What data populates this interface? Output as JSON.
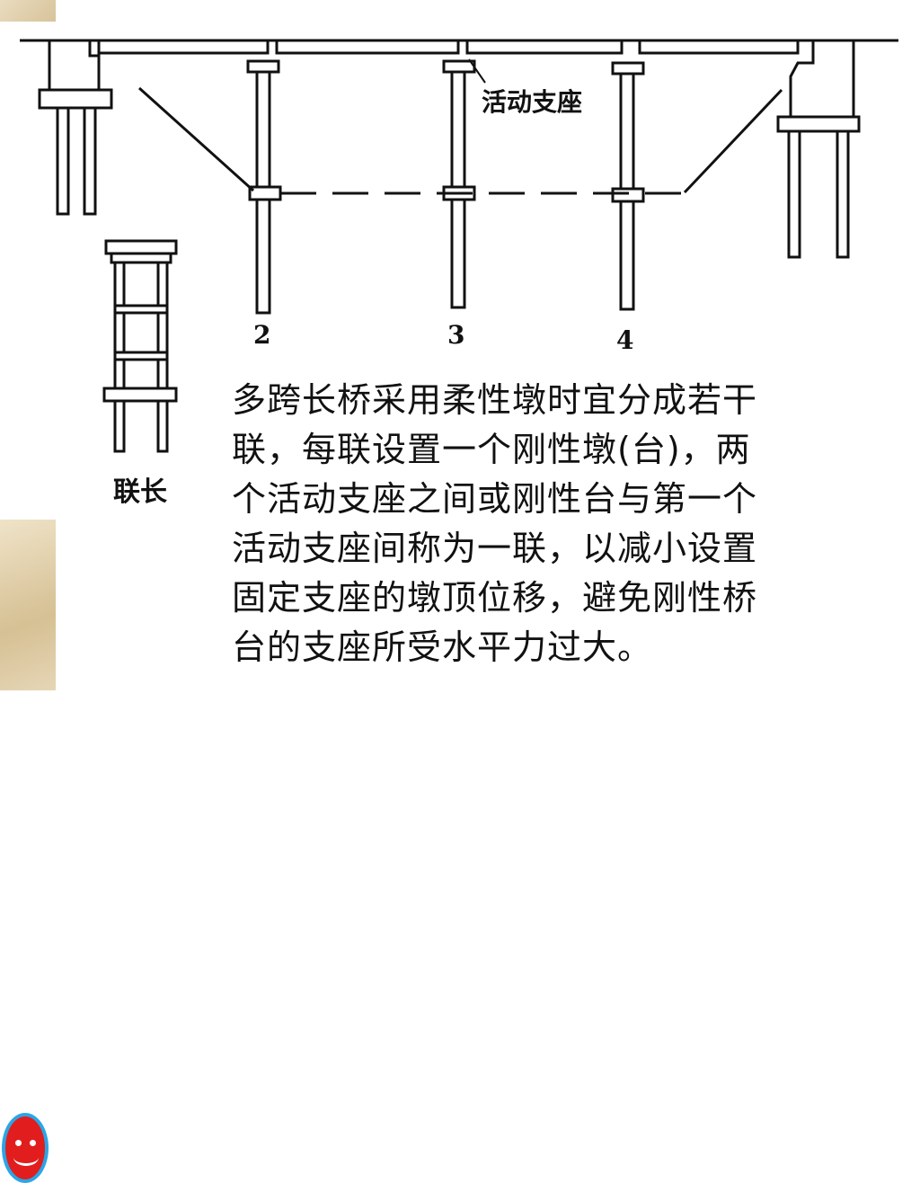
{
  "diagram": {
    "pier_labels": [
      "2",
      "3",
      "4"
    ],
    "bearing_label": "活动支座",
    "unit_length_label": "联长"
  },
  "text": {
    "lines": [
      "多跨长桥采用柔性墩时宜分成若干",
      "联，每联设置一个刚性墩(台)，两",
      "个活动支座之间或刚性台与第一个",
      "活动支座间称为一联，以减小设置",
      "固定支座的墩顶位移，避免刚性桥",
      "台的支座所受水平力过大。"
    ]
  }
}
